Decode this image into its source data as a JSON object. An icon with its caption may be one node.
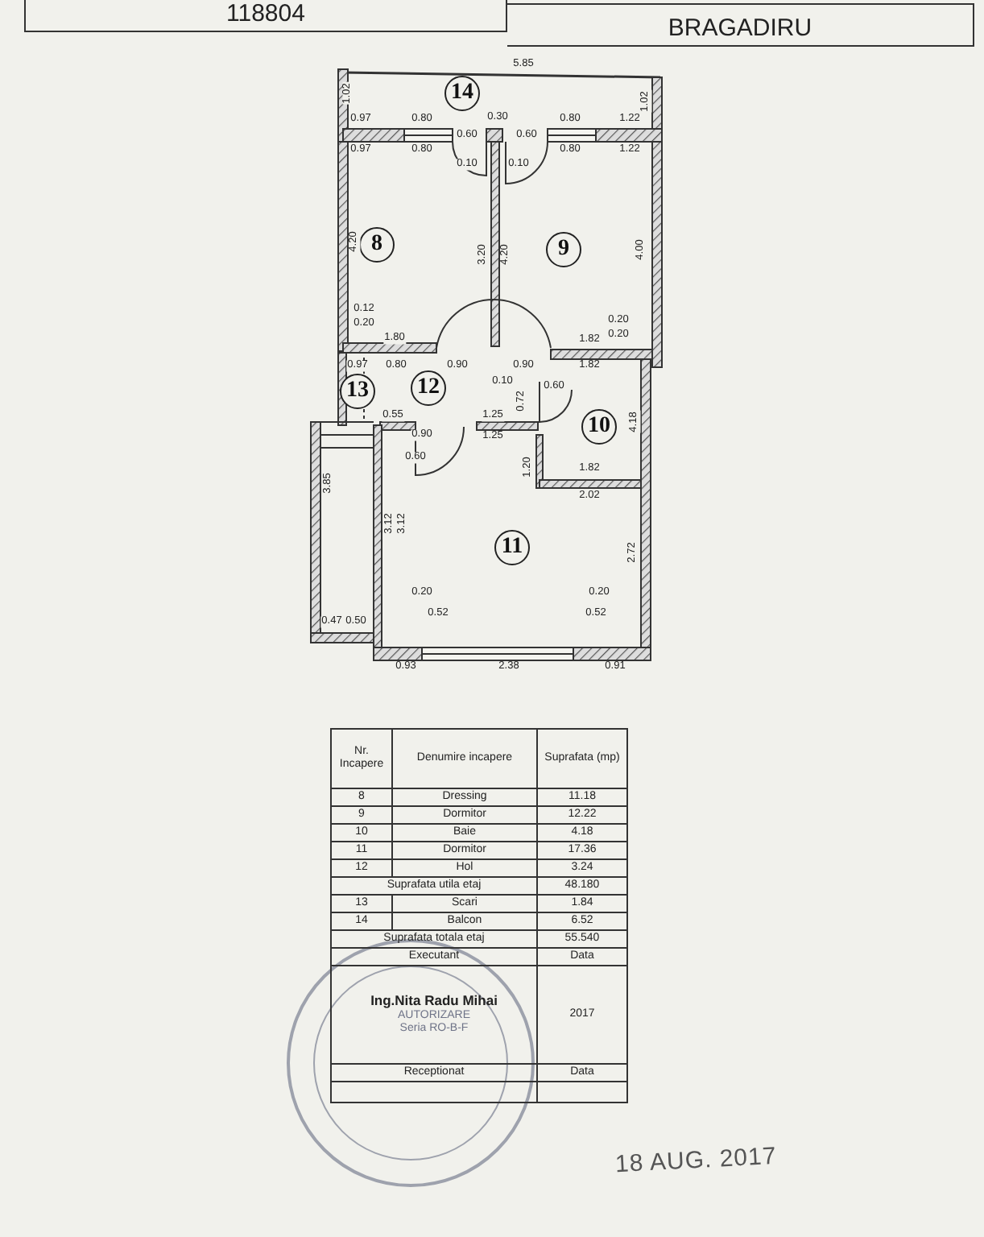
{
  "diagram": {
    "nodes": [
      {
        "text": [
          "14"
        ]
      },
      {
        "text": [
          "8"
        ]
      },
      {
        "text": [
          "9"
        ]
      },
      {
        "text": [
          "13"
        ]
      },
      {
        "text": [
          "12"
        ]
      },
      {
        "text": [
          "10"
        ]
      },
      {
        "text": [
          "11"
        ]
      }
    ],
    "labels": [
      "118804",
      "BRAGADIRU",
      "5.85",
      "1.02",
      "1.02",
      "0.97",
      "0.80",
      "0.30",
      "0.80",
      "1.22",
      "0.97",
      "0.80",
      "0.60",
      "0.60",
      "0.80",
      "1.22",
      "0.10",
      "0.10",
      "4.20",
      "3.20",
      "4.20",
      "4.00",
      "0.12",
      "0.20",
      "0.20",
      "0.20",
      "1.80",
      "0.97",
      "0.80",
      "0.90",
      "0.10",
      "0.90",
      "1.82",
      "1.82",
      "0.60",
      "0.72",
      "4.18",
      "0.55",
      "0.90",
      "0.60",
      "1.25",
      "1.25",
      "1.20",
      "1.82",
      "2.02",
      "3.85",
      "3.12",
      "3.12",
      "2.72",
      "0.20",
      "0.52",
      "0.20",
      "0.52",
      "0.47",
      "0.50",
      "0.93",
      "2.38",
      "0.91",
      "Nr. Incapere",
      "Denumire incapere",
      "Suprafata (mp)",
      "8",
      "Dressing",
      "11.18",
      "9",
      "Dormitor",
      "12.22",
      "10",
      "Baie",
      "4.18",
      "11",
      "Dormitor",
      "17.36",
      "12",
      "Hol",
      "3.24",
      "Suprafata utila etaj",
      "48.180",
      "13",
      "Scari",
      "1.84",
      "14",
      "Balcon",
      "6.52",
      "Suprafata totala etaj",
      "55.540",
      "Executant",
      "Data",
      "Ing.Nita Radu Mihai",
      "AUTORIZARE",
      "Seria RO-B-F",
      "2017",
      "Receptionat",
      "Data",
      "18 AUG. 2017"
    ]
  }
}
